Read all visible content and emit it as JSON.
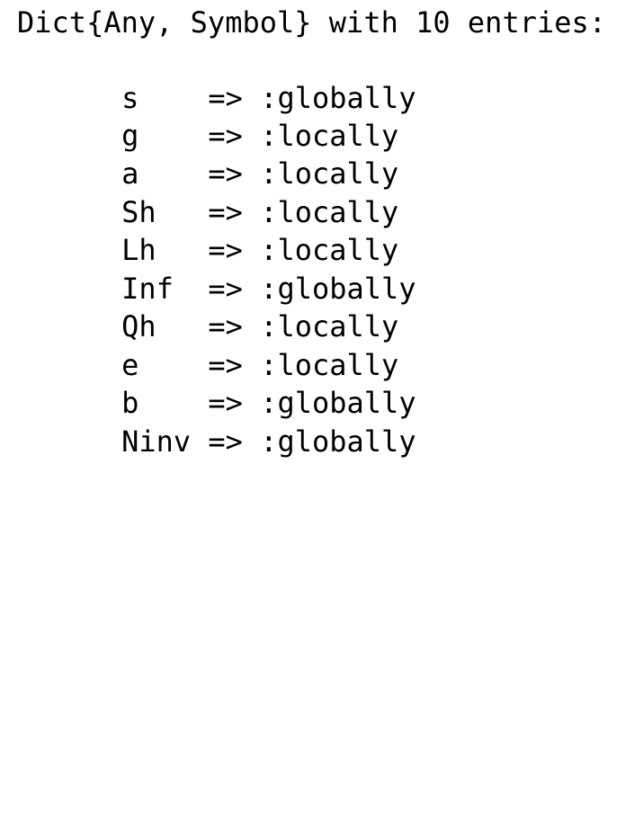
{
  "header": "Dict{Any, Symbol} with 10 entries:",
  "separator": " => ",
  "entries": [
    {
      "key": "s",
      "value": ":globally"
    },
    {
      "key": "g",
      "value": ":locally"
    },
    {
      "key": "a",
      "value": ":locally"
    },
    {
      "key": "Sh",
      "value": ":locally"
    },
    {
      "key": "Lh",
      "value": ":locally"
    },
    {
      "key": "Inf",
      "value": ":globally"
    },
    {
      "key": "Qh",
      "value": ":locally"
    },
    {
      "key": "e",
      "value": ":locally"
    },
    {
      "key": "b",
      "value": ":globally"
    },
    {
      "key": "Ninv",
      "value": ":globally"
    }
  ]
}
